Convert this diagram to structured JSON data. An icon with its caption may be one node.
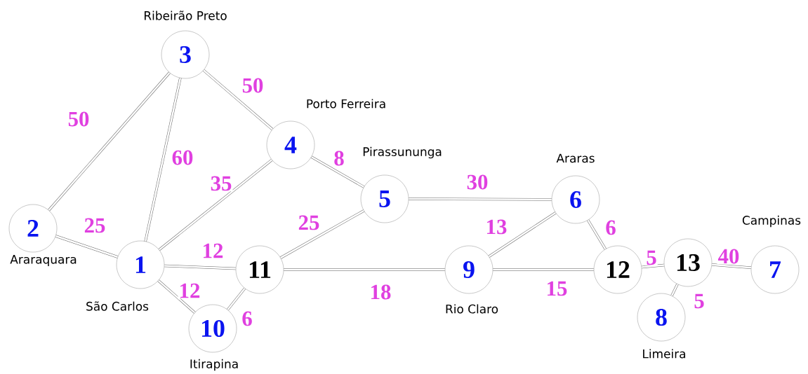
{
  "diagram": {
    "nodes": [
      {
        "text": [
          "1"
        ],
        "beside": [
          "São Carlos"
        ]
      },
      {
        "text": [
          "2"
        ],
        "beside": [
          "Araraquara"
        ]
      },
      {
        "text": [
          "3"
        ],
        "beside": [
          "Ribeirão Preto"
        ]
      },
      {
        "text": [
          "4"
        ],
        "beside": [
          "Porto Ferreira"
        ]
      },
      {
        "text": [
          "5"
        ],
        "beside": [
          "Pirassununga"
        ]
      },
      {
        "text": [
          "6"
        ],
        "beside": [
          "Araras"
        ]
      },
      {
        "text": [
          "7"
        ],
        "beside": [
          "Campinas"
        ]
      },
      {
        "text": [
          "8"
        ],
        "beside": [
          "Limeira"
        ]
      },
      {
        "text": [
          "9"
        ],
        "beside": [
          "Rio Claro"
        ]
      },
      {
        "text": [
          "10"
        ],
        "beside": [
          "Itirapina"
        ]
      },
      {
        "text": [
          "11"
        ]
      },
      {
        "text": [
          "12"
        ]
      },
      {
        "text": [
          "13"
        ]
      }
    ],
    "edges": [
      {
        "from": 1,
        "to": 0,
        "arrow": "none",
        "label": "25"
      },
      {
        "from": 1,
        "to": 2,
        "arrow": "none",
        "label": "50"
      },
      {
        "from": 0,
        "to": 2,
        "arrow": "none",
        "label": "60"
      },
      {
        "from": 2,
        "to": 3,
        "arrow": "none",
        "label": "50"
      },
      {
        "from": 0,
        "to": 3,
        "arrow": "none",
        "label": "35"
      },
      {
        "from": 3,
        "to": 4,
        "arrow": "none",
        "label": "8"
      },
      {
        "from": 0,
        "to": 10,
        "arrow": "none",
        "label": "12"
      },
      {
        "from": 0,
        "to": 9,
        "arrow": "none",
        "label": "12"
      },
      {
        "from": 10,
        "to": 9,
        "arrow": "none",
        "label": "6"
      },
      {
        "from": 10,
        "to": 4,
        "arrow": "none",
        "label": "25"
      },
      {
        "from": 4,
        "to": 5,
        "arrow": "none",
        "label": "30"
      },
      {
        "from": 10,
        "to": 8,
        "arrow": "none",
        "label": "18"
      },
      {
        "from": 8,
        "to": 5,
        "arrow": "none",
        "label": "13"
      },
      {
        "from": 8,
        "to": 11,
        "arrow": "none",
        "label": "15"
      },
      {
        "from": 5,
        "to": 11,
        "arrow": "none",
        "label": "6"
      },
      {
        "from": 11,
        "to": 12,
        "arrow": "none",
        "label": "5"
      },
      {
        "from": 12,
        "to": 6,
        "arrow": "none",
        "label": "40"
      },
      {
        "from": 12,
        "to": 7,
        "arrow": "none",
        "label": "5"
      }
    ]
  }
}
